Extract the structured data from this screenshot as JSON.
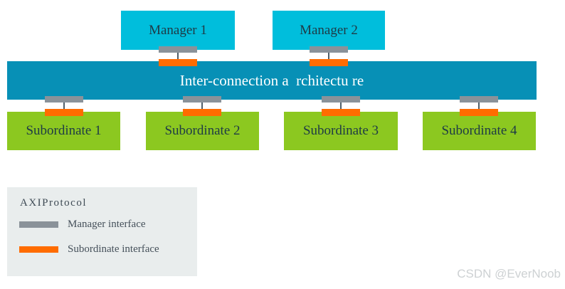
{
  "diagram": {
    "managers": [
      {
        "label": "Manager 1"
      },
      {
        "label": "Manager 2"
      }
    ],
    "interconnect_label": "Inter-connection a  rchitectu re",
    "subordinates": [
      {
        "label": "Subordinate 1"
      },
      {
        "label": "Subordinate 2"
      },
      {
        "label": "Subordinate 3"
      },
      {
        "label": "Subordinate 4"
      }
    ]
  },
  "legend": {
    "title": "AXIProtocol",
    "items": [
      {
        "label": "Manager interface",
        "swatch_color": "#8A9299"
      },
      {
        "label": "Subordinate interface",
        "swatch_color": "#FF6C00"
      }
    ]
  },
  "watermark": "CSDN @EverNoob",
  "colors": {
    "manager_box": "#00BEDC",
    "interconnect_bar": "#0790B6",
    "subordinate_box": "#8CC820",
    "manager_interface": "#8A9299",
    "subordinate_interface": "#FF6C00",
    "legend_background": "#E9EDED",
    "interconnect_text": "#FFFFFF",
    "box_text": "#1E3A46"
  }
}
